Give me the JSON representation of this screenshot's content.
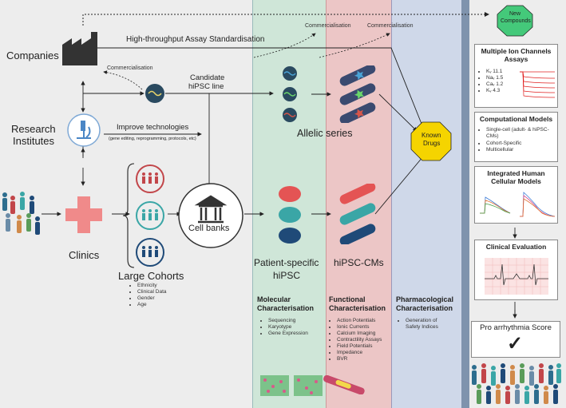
{
  "companies": {
    "label": "Companies",
    "assay_label": "High-throughput Assay Standardisation",
    "commercialisation_1": "Commercialisation",
    "commercialisation_2": "Commercialisation",
    "commercialisation_3": "Commercialisation"
  },
  "research": {
    "label_line1": "Research",
    "label_line2": "Institutes",
    "improve": "Improve technologies",
    "improve_sub": "(gene editing, reprogramming, protocols, etc)"
  },
  "candidate": {
    "line1": "Candidate",
    "line2": "hiPSC line"
  },
  "clinics": {
    "label": "Clinics"
  },
  "cohorts": {
    "label": "Large Cohorts",
    "items": [
      "Ethnicity",
      "Clinical Data",
      "Gender",
      "Age"
    ]
  },
  "cell_banks": {
    "label": "Cell banks"
  },
  "allelic": {
    "label": "Allelic series"
  },
  "patient": {
    "line1": "Patient-specific",
    "line2": "hiPSC"
  },
  "cms": {
    "label": "hiPSC-CMs"
  },
  "known_drugs": {
    "line1": "Known",
    "line2": "Drugs"
  },
  "new_compounds": {
    "line1": "New",
    "line2": "Compounds"
  },
  "molecular": {
    "title_line1": "Molecular",
    "title_line2": "Characterisation",
    "items": [
      "Sequencing",
      "Karyotype",
      "Gene Expression"
    ]
  },
  "functional": {
    "title_line1": "Functional",
    "title_line2": "Characterisation",
    "items": [
      "Action Potentials",
      "Ionic Currents",
      "Calcium Imaging",
      "Contractility Assays",
      "Field Potentials",
      "Impedance",
      "BVR"
    ]
  },
  "pharmacological": {
    "title_line1": "Pharmacological",
    "title_line2": "Characterisation",
    "items": [
      "Generation of",
      "Safety Indices"
    ]
  },
  "ion_channels": {
    "title_line1": "Multiple Ion Channels",
    "title_line2": "Assays",
    "items": [
      "Kᵥ 11.1",
      "Naᵥ 1.5",
      "Caᵥ 1.2",
      "Kᵥ 4.3"
    ]
  },
  "computational": {
    "title": "Computational Models",
    "items": [
      "Single-cell (adult- & hiPSC-",
      "CMs)",
      "Cohort-Specific",
      "Multicellular"
    ]
  },
  "integrated": {
    "title_line1": "Integrated Human",
    "title_line2": "Cellular Models"
  },
  "clinical_eval": {
    "title": "Clinical Evaluation"
  },
  "score": {
    "label": "Pro arrhythmia Score",
    "check": "✓"
  },
  "colors": {
    "molecular_band": "#cfe6d8",
    "functional_band": "#ecc6c6",
    "pharma_band": "#cfd8e9",
    "divider": "#7f93ad",
    "new_compounds": "#44c97a",
    "known_drugs": "#f5d400",
    "red_cross": "#f08a8a",
    "teal": "#3aa6a6",
    "navy": "#1f4a78"
  }
}
